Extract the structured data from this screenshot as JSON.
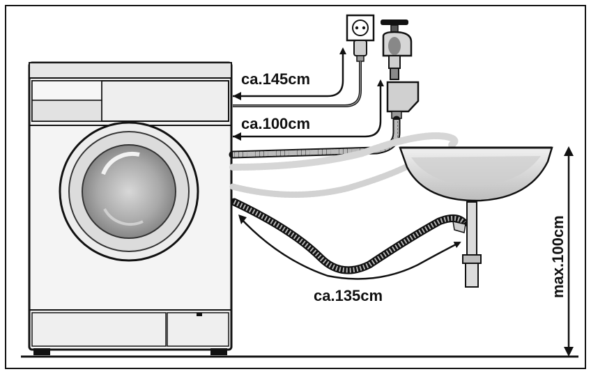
{
  "labels": {
    "socket_distance": "ca.145cm",
    "tap_distance": "ca.100cm",
    "drain_distance": "ca.135cm",
    "max_height": "max.100cm"
  }
}
